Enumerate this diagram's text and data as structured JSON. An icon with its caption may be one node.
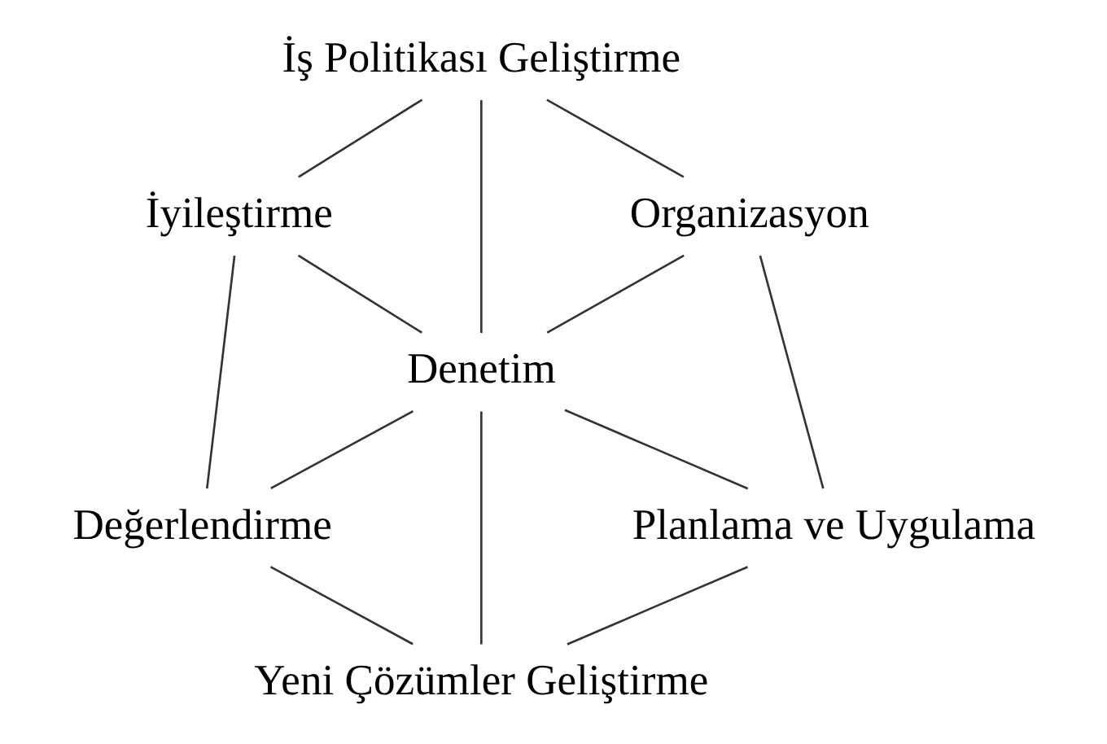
{
  "diagram": {
    "nodes": [
      {
        "text": [
          "İş Politikası Geliştirme"
        ]
      },
      {
        "text": [
          "İyileştirme"
        ]
      },
      {
        "text": [
          "Organizasyon"
        ]
      },
      {
        "text": [
          "Denetim"
        ]
      },
      {
        "text": [
          "Değerlendirme"
        ]
      },
      {
        "text": [
          "Planlama ve Uygulama"
        ]
      },
      {
        "text": [
          "Yeni Çözümler Geliştirme"
        ]
      }
    ],
    "edges": [
      {
        "from": 0,
        "to": 1,
        "arrow": "none"
      },
      {
        "from": 0,
        "to": 3,
        "arrow": "none"
      },
      {
        "from": 0,
        "to": 2,
        "arrow": "none"
      },
      {
        "from": 1,
        "to": 3,
        "arrow": "none"
      },
      {
        "from": 2,
        "to": 3,
        "arrow": "none"
      },
      {
        "from": 1,
        "to": 4,
        "arrow": "none"
      },
      {
        "from": 2,
        "to": 5,
        "arrow": "none"
      },
      {
        "from": 3,
        "to": 4,
        "arrow": "none"
      },
      {
        "from": 3,
        "to": 5,
        "arrow": "none"
      },
      {
        "from": 3,
        "to": 6,
        "arrow": "none"
      },
      {
        "from": 4,
        "to": 6,
        "arrow": "none"
      },
      {
        "from": 5,
        "to": 6,
        "arrow": "none"
      }
    ]
  }
}
